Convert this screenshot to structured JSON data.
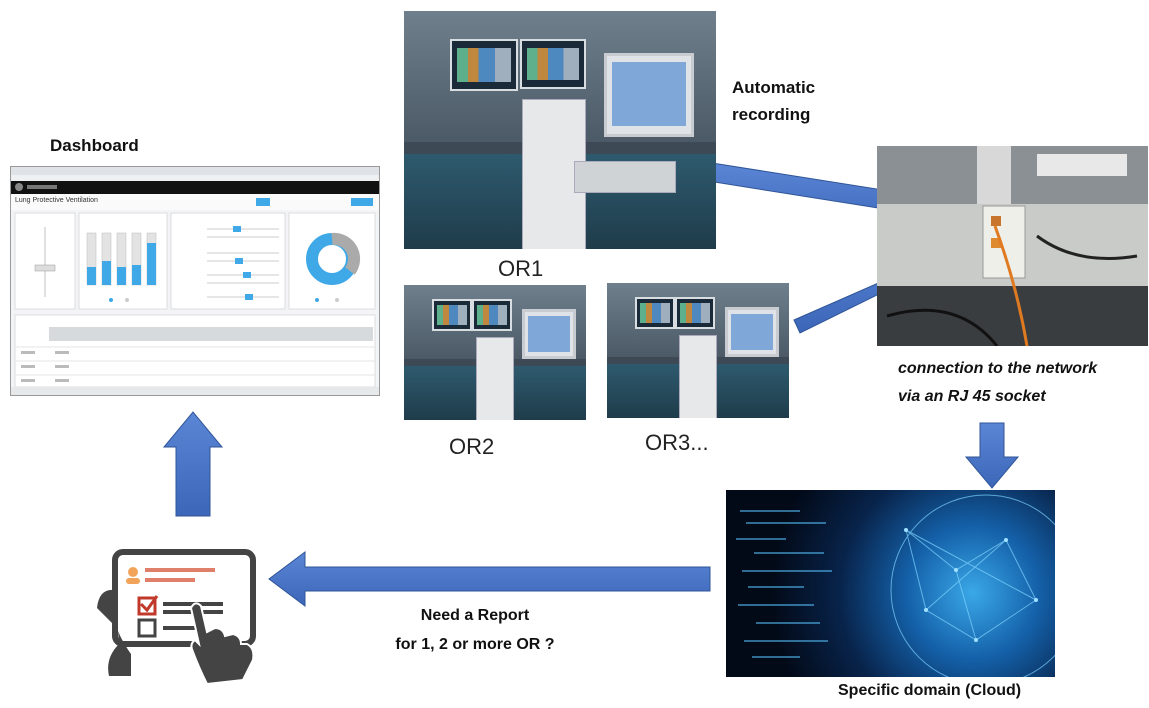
{
  "labels": {
    "dashboard": "Dashboard",
    "automatic_recording": [
      "Automatic",
      "recording"
    ],
    "or1": "OR1",
    "or2": "OR2",
    "or3": "OR3...",
    "connection": [
      "connection to the network",
      "via an RJ 45 socket"
    ],
    "report": [
      "Need a Report",
      "for 1, 2 or more OR ?"
    ],
    "cloud": "Specific domain (Cloud)"
  },
  "dashboard_screen": {
    "title": "Lung Protective Ventilation"
  },
  "colors": {
    "arrow": "#4472c4",
    "arrow_edge": "#2f5597",
    "dash_accent": "#3fa9e8",
    "tablet_icon": "#444444",
    "tablet_accent": "#c0392b"
  }
}
